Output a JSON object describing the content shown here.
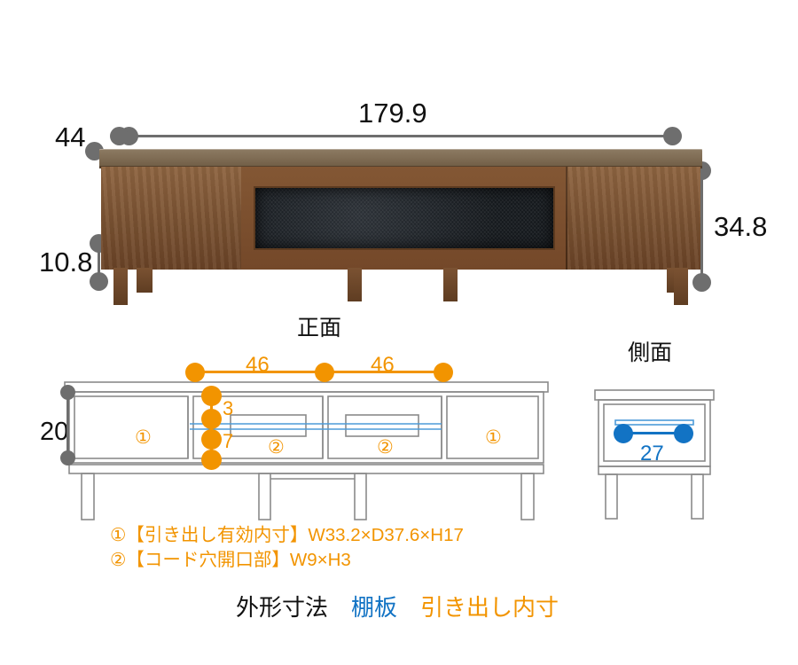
{
  "overall": {
    "width_label": "179.9",
    "depth_label": "44",
    "height_label": "34.8",
    "clearance_label": "10.8"
  },
  "views": {
    "front_caption": "正面",
    "side_caption": "側面"
  },
  "front_diagram": {
    "drawer_height_label": "20",
    "segment_left_label": "46",
    "segment_right_label": "46",
    "cord_gap_top_label": "3",
    "cord_gap_bottom_label": "7",
    "compartments": [
      {
        "marker": "①"
      },
      {
        "marker": "②"
      },
      {
        "marker": "②"
      },
      {
        "marker": "①"
      }
    ]
  },
  "side_diagram": {
    "shelf_depth_label": "27"
  },
  "notes": [
    "①【引き出し有効内寸】W33.2×D37.6×H17",
    "②【コード穴開口部】W9×H3"
  ],
  "legend": {
    "outer": "外形寸法",
    "shelf": "棚板",
    "drawer": "引き出し内寸"
  },
  "colors": {
    "outer": "#111111",
    "shelf": "#1273c4",
    "drawer": "#f29400",
    "marker_gray": "#6e6e6e"
  }
}
